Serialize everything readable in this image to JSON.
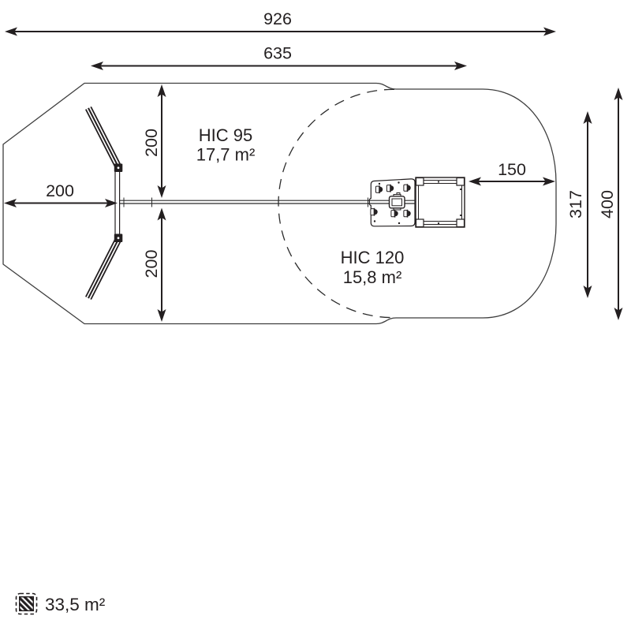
{
  "dims": {
    "total_width": "926",
    "equipment_width": "635",
    "left_zone": "200",
    "upper_zone": "200",
    "lower_zone": "200",
    "right_clearance": "150",
    "inner_height": "317",
    "total_height": "400"
  },
  "zones": {
    "hic95_label": "HIC 95",
    "hic95_area": "17,7 m²",
    "hic120_label": "HIC 120",
    "hic120_area": "15,8 m²"
  },
  "footer": {
    "total_area": "33,5 m²"
  },
  "colors": {
    "dimension_line": "#231f20",
    "outline": "#3f3f3f",
    "background": "#ffffff"
  }
}
